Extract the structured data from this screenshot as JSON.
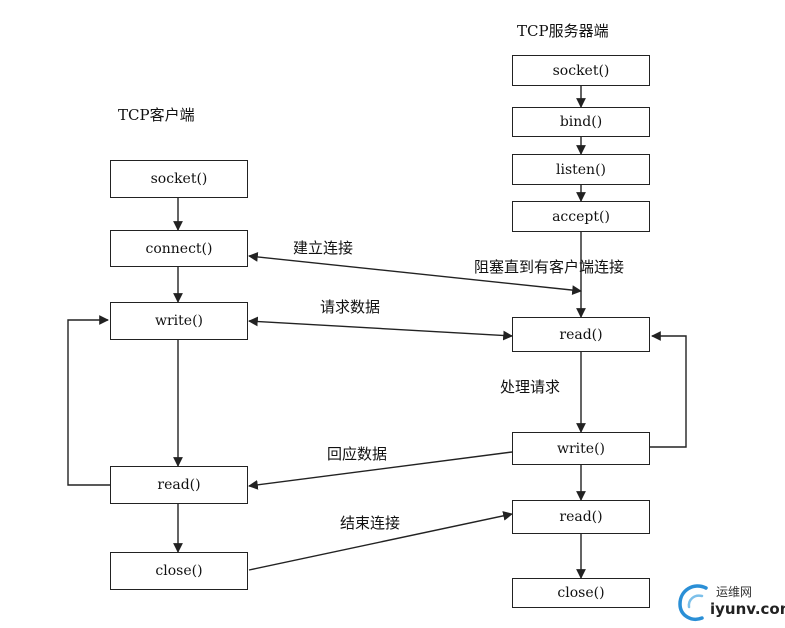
{
  "client": {
    "title": "TCP客户端",
    "socket": "socket()",
    "connect": "connect()",
    "write": "write()",
    "read": "read()",
    "close": "close()"
  },
  "server": {
    "title": "TCP服务器端",
    "socket": "socket()",
    "bind": "bind()",
    "listen": "listen()",
    "accept": "accept()",
    "read": "read()",
    "write": "write()",
    "read2": "read()",
    "close": "close()"
  },
  "labels": {
    "establish": "建立连接",
    "block": "阻塞直到有客户端连接",
    "request": "请求数据",
    "process": "处理请求",
    "reply": "回应数据",
    "end": "结束连接"
  },
  "watermark": {
    "top": "运维网",
    "bottom": "iyunv.com"
  },
  "colors": {
    "line": "#222222",
    "logo": "#2a8fd6"
  }
}
